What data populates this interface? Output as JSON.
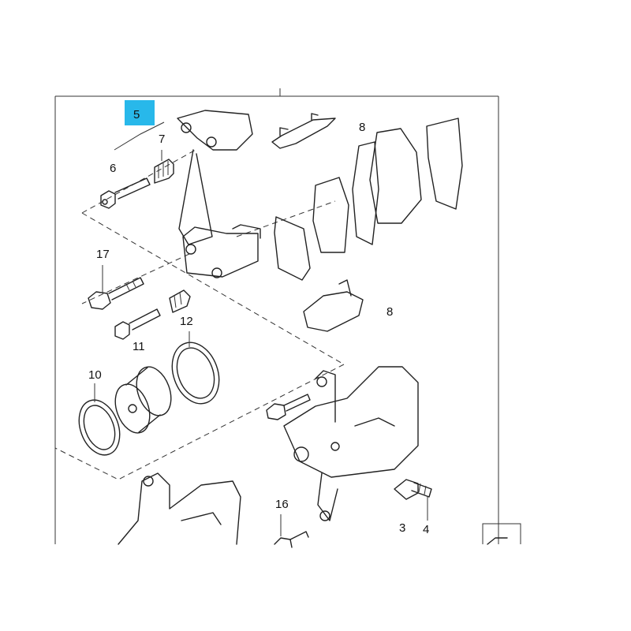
{
  "callouts": {
    "highlighted": "5",
    "c3": "3",
    "c4": "4",
    "c6": "6",
    "c7": "7",
    "c8a": "8",
    "c8b": "8",
    "c10": "10",
    "c11": "11",
    "c12": "12",
    "c16": "16",
    "c17": "17"
  },
  "colors": {
    "highlight_fill": "#28b8ea",
    "line": "#222222"
  }
}
